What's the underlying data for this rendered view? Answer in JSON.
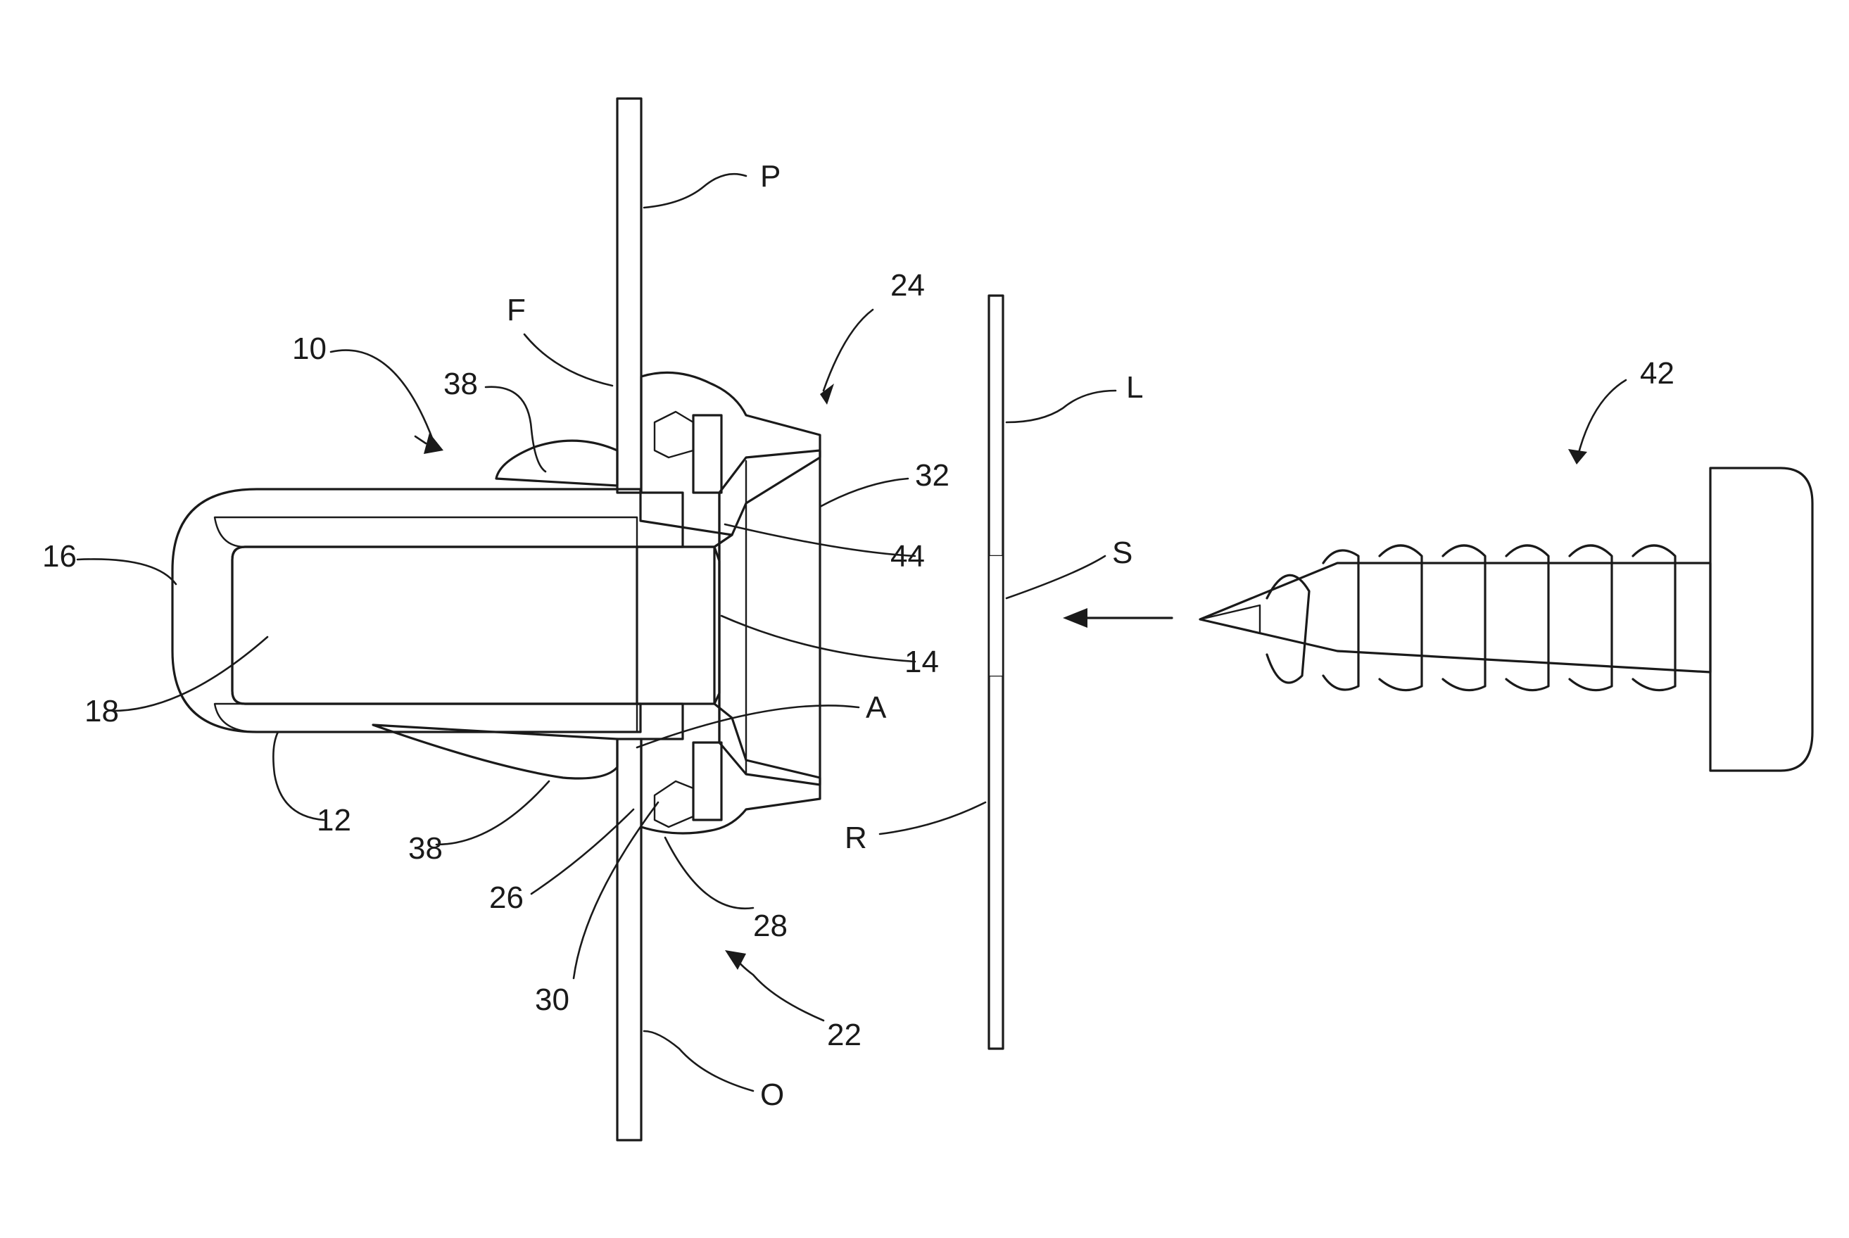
{
  "labels": {
    "P": "P",
    "F": "F",
    "n24": "24",
    "n10": "10",
    "n38_top": "38",
    "L": "L",
    "n42": "42",
    "n32": "32",
    "n44": "44",
    "n16": "16",
    "S": "S",
    "n14": "14",
    "n18": "18",
    "A": "A",
    "n12": "12",
    "n38_bottom": "38",
    "R": "R",
    "n26": "26",
    "n28": "28",
    "n30": "30",
    "n22": "22",
    "O": "O"
  },
  "colors": {
    "ink": "#1a1a1a",
    "paper": "#ffffff"
  }
}
